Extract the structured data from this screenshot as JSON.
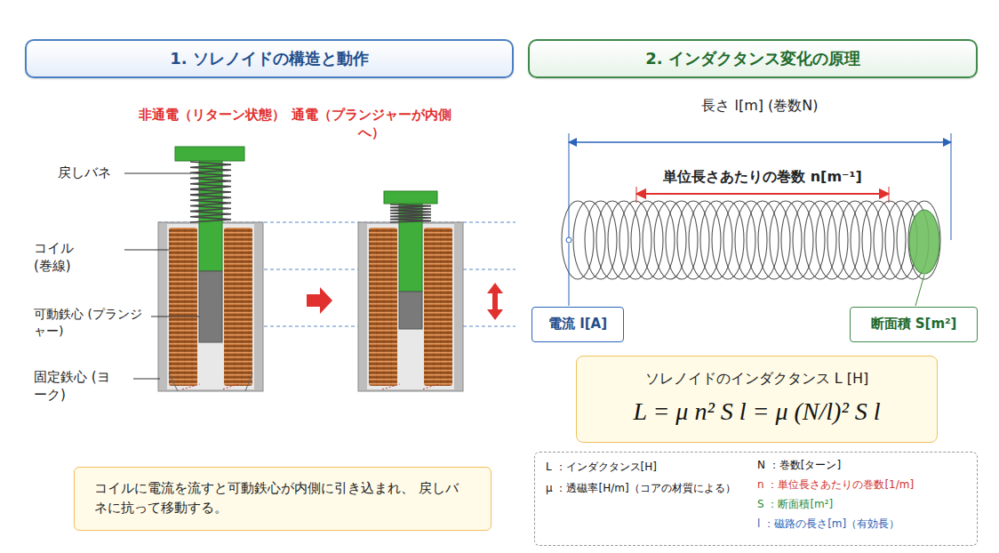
{
  "diagram": {
    "nodes": [
      {
        "text": [
          "1. ソレノイドの構造と動作"
        ]
      },
      {
        "text": [
          "2. インダクタンス変化の原理"
        ]
      },
      {
        "text": [
          "コイルに電流を流すと可動鉄心が内側に引き込まれ、 戻しバネに抗って移動する。"
        ]
      },
      {
        "text": [
          "電流 I[A]"
        ]
      },
      {
        "text": [
          "断面積 S[m²]"
        ]
      },
      {
        "text": [
          "ソレノイドのインダクタンス L [H]",
          "L = μ n² S l = μ (N/l)² S l"
        ]
      },
      {
        "text": [
          "L ：インダクタンス[H]",
          "μ ：透磁率[H/m]（コアの材質による）",
          "N ：巻数[ターン]",
          "n ：単位長さあたりの巻数[1/m]",
          "S ：断面積[m²]",
          "l ：磁路の長さ[m]（有効長）"
        ]
      }
    ],
    "labels": [
      "非通電（リターン状態）",
      "通電（プランジャーが内側へ）",
      "戻しバネ",
      "コイル (巻線)",
      "可動鉄心 (プランジャー)",
      "固定鉄心 (ヨーク)",
      "長さ l[m] (巻数N)",
      "単位長さあたりの巻数 n[m⁻¹]"
    ]
  }
}
